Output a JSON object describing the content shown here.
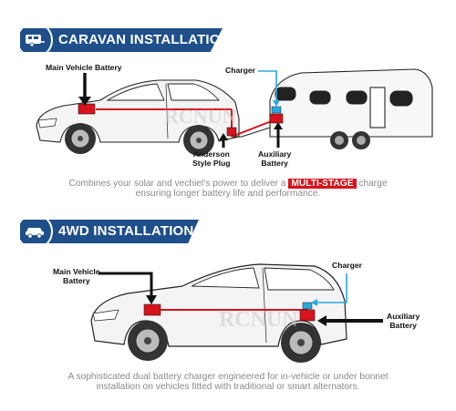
{
  "caravan": {
    "title": "CARAVAN INSTALLATION",
    "icon": "caravan-icon",
    "labels": {
      "main_battery": "Main Vehicle Battery",
      "charger": "Charger",
      "plug_line1": "Anderson",
      "plug_line2": "Style Plug",
      "aux_line1": "Auxiliary",
      "aux_line2": "Battery"
    },
    "caption_before": "Combines your solar and vechiel's power to deliver a",
    "caption_highlight": "MULTI-STAGE",
    "caption_after": "charge",
    "caption_line2": "ensuring longer battery life and performance."
  },
  "fwd": {
    "title": "4WD INSTALLATION",
    "icon": "4wd-icon",
    "labels": {
      "main_line1": "Main Vehicle",
      "main_line2": "Battery",
      "charger": "Charger",
      "aux_line1": "Auxiliary",
      "aux_line2": "Battery"
    },
    "caption_line1": "A sophisticated dual battery charger engineered for in-vehicle or under bonnet",
    "caption_line2": "installation on vehicles fitted with traditional or smart alternators."
  },
  "watermark": "RCNUN",
  "colors": {
    "banner": "#1f4f8b",
    "battery": "#d8131b",
    "charger_wire": "#29a8e0",
    "highlight": "#d8131b"
  }
}
